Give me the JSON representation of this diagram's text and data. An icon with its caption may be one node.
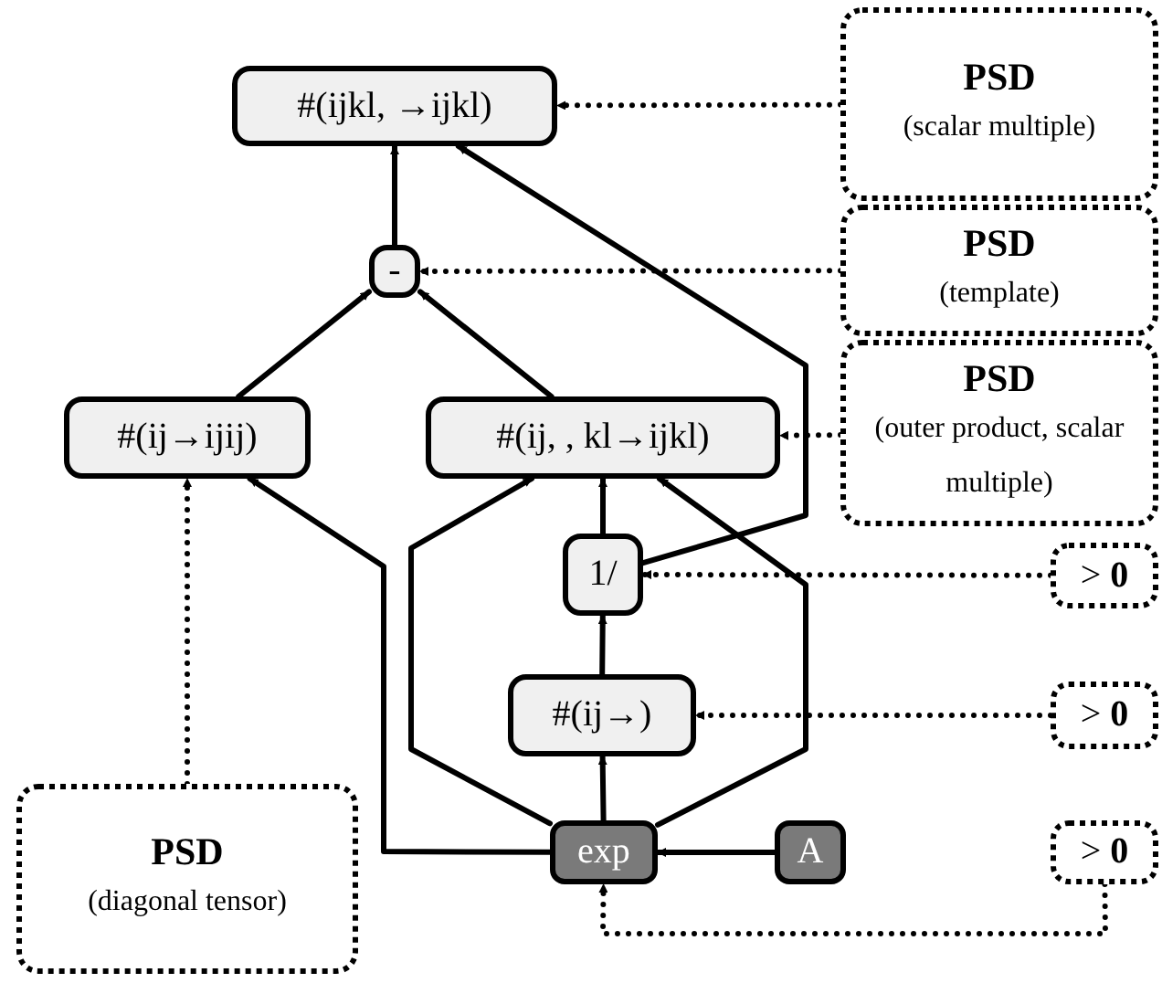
{
  "diagram": {
    "nodes": [
      {
        "text": [
          "#(ijkl, →ijkl)"
        ]
      },
      {
        "text": [
          "-"
        ]
      },
      {
        "text": [
          "#(ij→ijij)"
        ]
      },
      {
        "text": [
          "#(ij, , kl→ijkl)"
        ]
      },
      {
        "text": [
          "1/"
        ]
      },
      {
        "text": [
          "#(ij→)"
        ]
      },
      {
        "text": [
          "exp"
        ]
      },
      {
        "text": [
          "A"
        ]
      },
      {
        "text": [
          "PSD",
          "(scalar multiple)"
        ]
      },
      {
        "text": [
          "PSD",
          "(template)"
        ]
      },
      {
        "text": [
          "PSD",
          "(outer product, scalar multiple)"
        ]
      },
      {
        "text": [
          "> **0**"
        ]
      },
      {
        "text": [
          "> **0**"
        ]
      },
      {
        "text": [
          "> **0**"
        ]
      },
      {
        "text": [
          "PSD",
          "(diagonal tensor)"
        ]
      }
    ],
    "edges": [
      {
        "from": 1,
        "to": 0,
        "arrow": "to"
      },
      {
        "from": 4,
        "to": 0,
        "arrow": "to"
      },
      {
        "from": 2,
        "to": 1,
        "arrow": "to"
      },
      {
        "from": 3,
        "to": 1,
        "arrow": "to"
      },
      {
        "from": 6,
        "to": 2,
        "arrow": "to"
      },
      {
        "from": 6,
        "to": 3,
        "arrow": "to"
      },
      {
        "from": 4,
        "to": 3,
        "arrow": "to"
      },
      {
        "from": 6,
        "to": 3,
        "arrow": "to"
      },
      {
        "from": 5,
        "to": 4,
        "arrow": "to"
      },
      {
        "from": 6,
        "to": 5,
        "arrow": "to"
      },
      {
        "from": 7,
        "to": 6,
        "arrow": "to"
      },
      {
        "from": 8,
        "to": 0,
        "arrow": "to",
        "style": "dashed"
      },
      {
        "from": 9,
        "to": 1,
        "arrow": "to",
        "style": "dashed"
      },
      {
        "from": 10,
        "to": 3,
        "arrow": "to",
        "style": "dashed"
      },
      {
        "from": 11,
        "to": 4,
        "arrow": "to",
        "style": "dashed"
      },
      {
        "from": 12,
        "to": 5,
        "arrow": "to",
        "style": "dashed"
      },
      {
        "from": 13,
        "to": 6,
        "arrow": "to",
        "style": "dashed"
      },
      {
        "from": 14,
        "to": 2,
        "arrow": "to",
        "style": "dashed"
      }
    ]
  }
}
